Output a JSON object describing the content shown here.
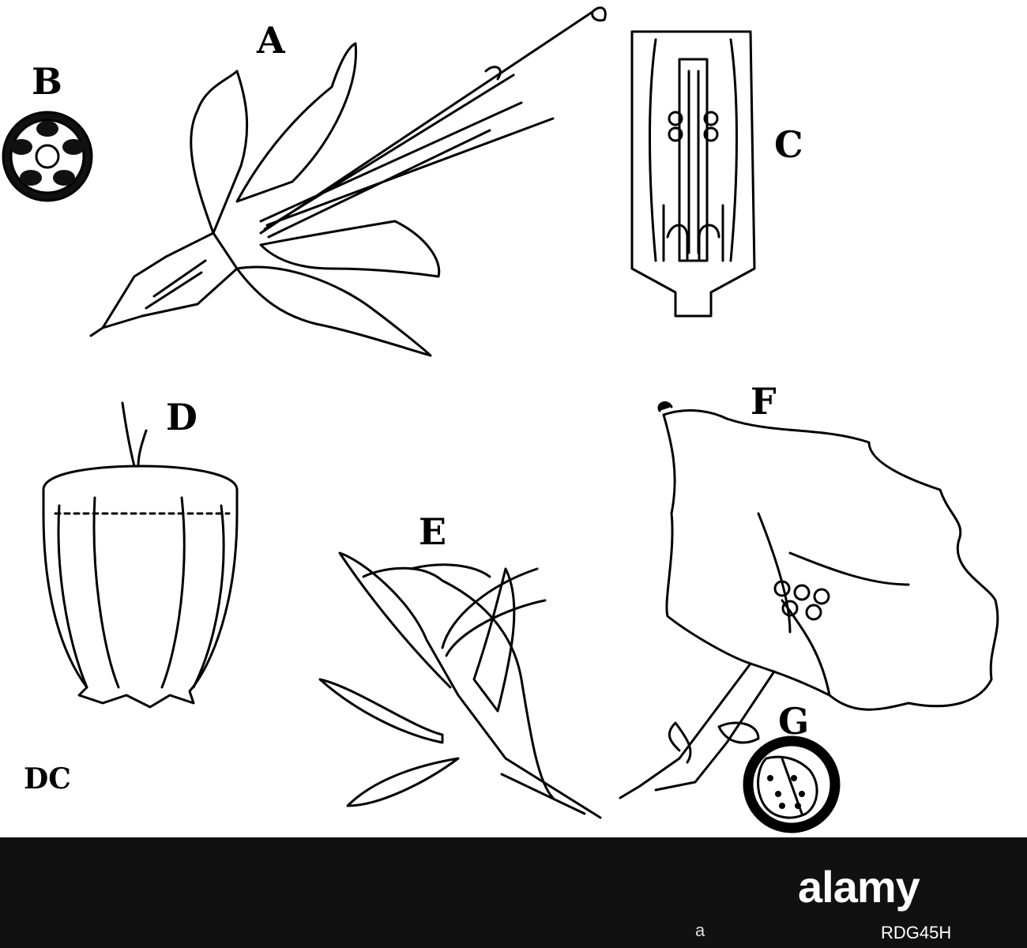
{
  "figure": {
    "labels": {
      "A": "A",
      "B": "B",
      "C": "C",
      "D": "D",
      "E": "E",
      "F": "F",
      "G": "G"
    },
    "monogram": "DC"
  },
  "footer": {
    "brand": "alamy",
    "image_code": "RDG45H",
    "watermark": "a"
  },
  "colors": {
    "ink": "#000000",
    "paper": "#ffffff",
    "footer_bg": "#111111"
  }
}
